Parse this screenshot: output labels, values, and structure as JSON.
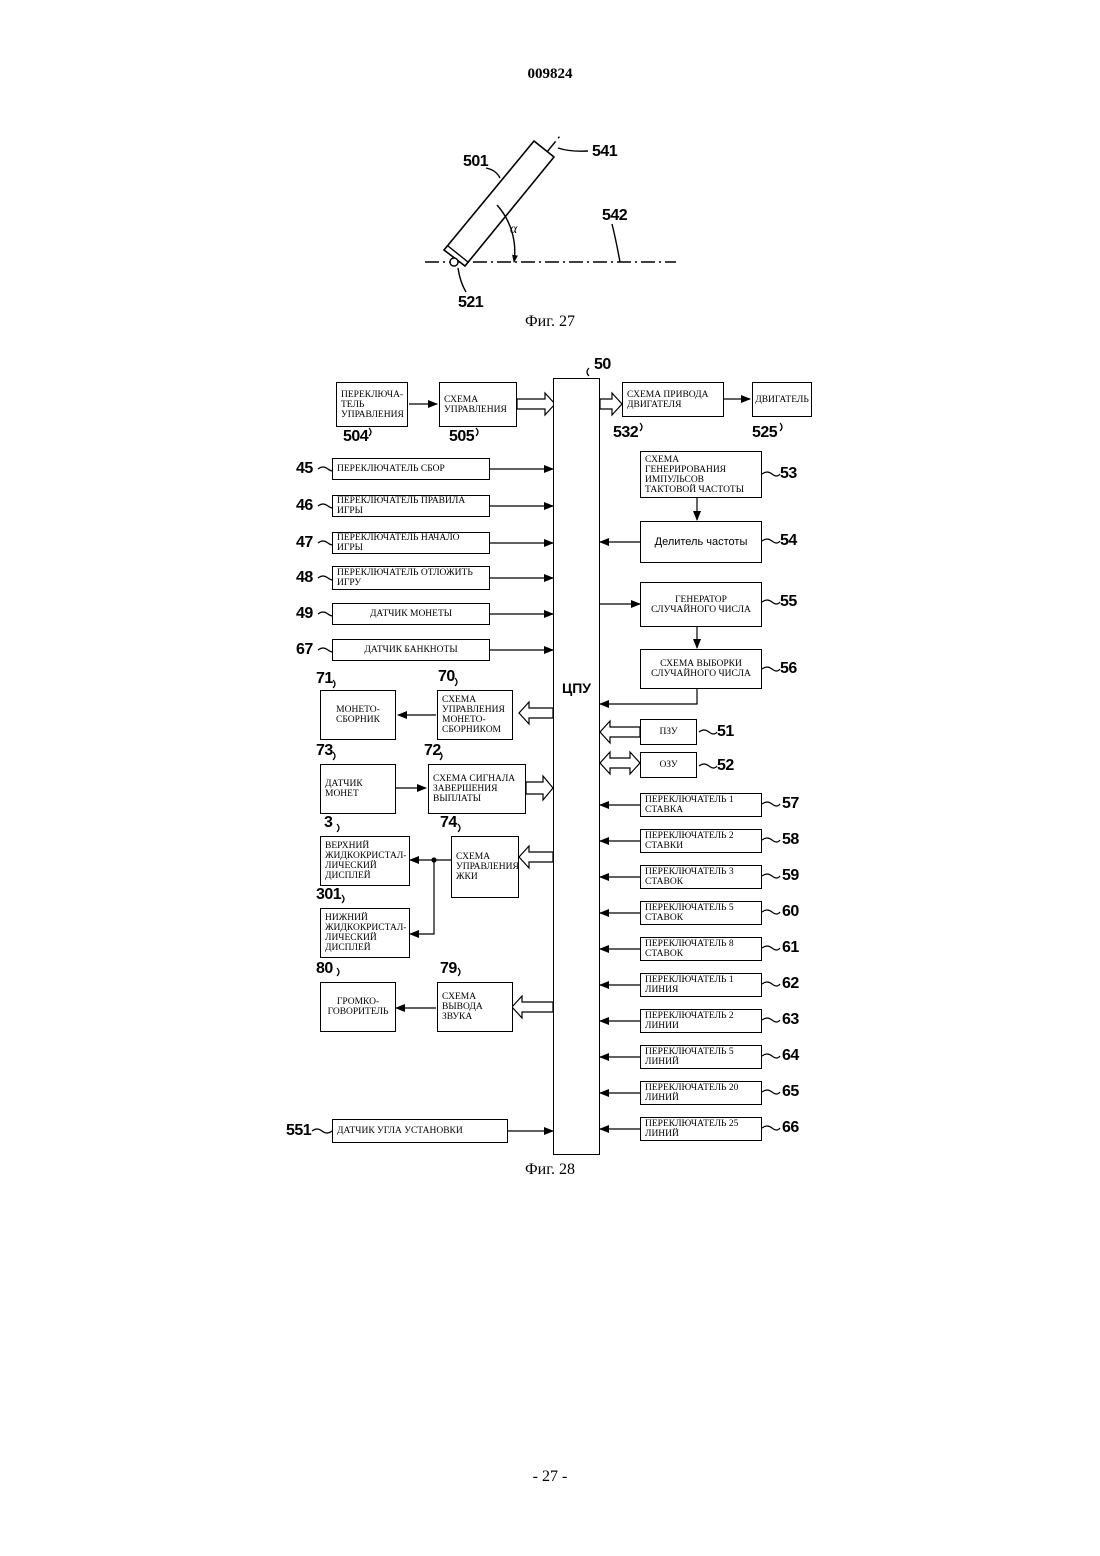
{
  "page": {
    "doc_number": "009824",
    "page_footer": "- 27 -"
  },
  "fig27": {
    "caption": "Фиг. 27",
    "refs": {
      "body": "501",
      "axis": "541",
      "horizontal": "542",
      "pivot": "521",
      "angle": "α"
    }
  },
  "fig28": {
    "caption": "Фиг. 28",
    "cpu": {
      "label": "ЦПУ",
      "ref": "50"
    },
    "top_row": [
      {
        "id": "504",
        "label": "ПЕРЕКЛЮЧА-ТЕЛЬ УПРАВЛЕНИЯ"
      },
      {
        "id": "505",
        "label": "СХЕМА УПРАВЛЕНИЯ"
      },
      {
        "id": "532",
        "label": "СХЕМА ПРИВОДА ДВИГАТЕЛЯ"
      },
      {
        "id": "525",
        "label": "ДВИГАТЕЛЬ"
      }
    ],
    "left_inputs": [
      {
        "ref": "45",
        "label": "ПЕРЕКЛЮЧАТЕЛЬ СБОР"
      },
      {
        "ref": "46",
        "label": "ПЕРЕКЛЮЧАТЕЛЬ ПРАВИЛА ИГРЫ"
      },
      {
        "ref": "47",
        "label": "ПЕРЕКЛЮЧАТЕЛЬ НАЧАЛО ИГРЫ"
      },
      {
        "ref": "48",
        "label": "ПЕРЕКЛЮЧАТЕЛЬ ОТЛОЖИТЬ ИГРУ"
      },
      {
        "ref": "49",
        "label": "ДАТЧИК МОНЕТЫ"
      },
      {
        "ref": "67",
        "label": "ДАТЧИК БАНКНОТЫ"
      }
    ],
    "left_blocks": [
      {
        "ref": "71",
        "label": "МОНЕТО-СБОРНИК"
      },
      {
        "ref": "70",
        "label": "СХЕМА УПРАВЛЕНИЯ МОНЕТО-СБОРНИКОМ"
      },
      {
        "ref": "73",
        "label": "ДАТЧИК МОНЕТ"
      },
      {
        "ref": "72",
        "label": "СХЕМА СИГНАЛА ЗАВЕРШЕНИЯ ВЫПЛАТЫ"
      },
      {
        "ref": "3",
        "label": "ВЕРХНИЙ ЖИДКОКРИСТАЛ-ЛИЧЕСКИЙ ДИСПЛЕЙ"
      },
      {
        "ref": "74",
        "label": "СХЕМА УПРАВЛЕНИЯ ЖКИ"
      },
      {
        "ref": "301",
        "label": "НИЖНИЙ ЖИДКОКРИСТАЛ-ЛИЧЕСКИЙ ДИСПЛЕЙ"
      },
      {
        "ref": "80",
        "label": "ГРОМКО-ГОВОРИТЕЛЬ"
      },
      {
        "ref": "79",
        "label": "СХЕМА ВЫВОДА ЗВУКА"
      }
    ],
    "angle_sensor": {
      "ref": "551",
      "label": "ДАТЧИК УГЛА УСТАНОВКИ"
    },
    "right_blocks": [
      {
        "ref": "53",
        "label": "СХЕМА ГЕНЕРИРОВАНИЯ ИМПУЛЬСОВ ТАКТОВОЙ ЧАСТОТЫ"
      },
      {
        "ref": "54",
        "label": "Делитель частоты"
      },
      {
        "ref": "55",
        "label": "ГЕНЕРАТОР СЛУЧАЙНОГО ЧИСЛА"
      },
      {
        "ref": "56",
        "label": "СХЕМА ВЫБОРКИ СЛУЧАЙНОГО ЧИСЛА"
      },
      {
        "ref": "51",
        "label": "ПЗУ"
      },
      {
        "ref": "52",
        "label": "ОЗУ"
      }
    ],
    "right_switches": [
      {
        "ref": "57",
        "label": "ПЕРЕКЛЮЧАТЕЛЬ 1 СТАВКА"
      },
      {
        "ref": "58",
        "label": "ПЕРЕКЛЮЧАТЕЛЬ 2 СТАВКИ"
      },
      {
        "ref": "59",
        "label": "ПЕРЕКЛЮЧАТЕЛЬ 3 СТАВОК"
      },
      {
        "ref": "60",
        "label": "ПЕРЕКЛЮЧАТЕЛЬ 5 СТАВОК"
      },
      {
        "ref": "61",
        "label": "ПЕРЕКЛЮЧАТЕЛЬ 8 СТАВОК"
      },
      {
        "ref": "62",
        "label": "ПЕРЕКЛЮЧАТЕЛЬ 1 ЛИНИЯ"
      },
      {
        "ref": "63",
        "label": "ПЕРЕКЛЮЧАТЕЛЬ 2 ЛИНИИ"
      },
      {
        "ref": "64",
        "label": "ПЕРЕКЛЮЧАТЕЛЬ 5 ЛИНИЙ"
      },
      {
        "ref": "65",
        "label": "ПЕРЕКЛЮЧАТЕЛЬ 20 ЛИНИЙ"
      },
      {
        "ref": "66",
        "label": "ПЕРЕКЛЮЧАТЕЛЬ 25 ЛИНИЙ"
      }
    ]
  }
}
